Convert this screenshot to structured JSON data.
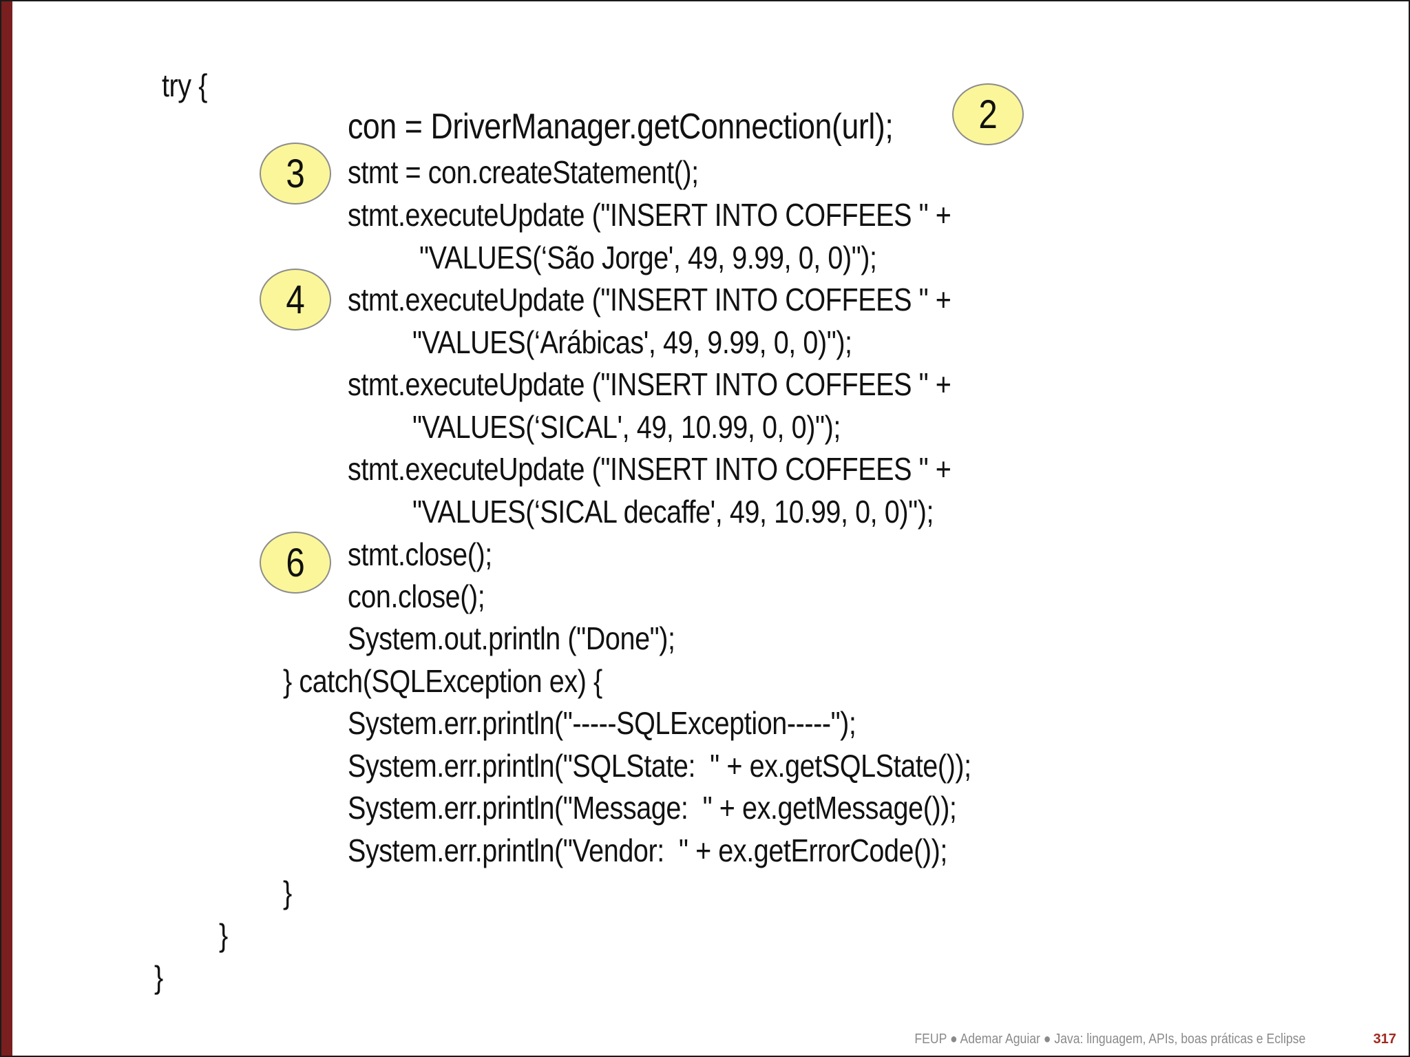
{
  "code": {
    "lines": [
      "try {",
      "con = DriverManager.getConnection(url);",
      "stmt = con.createStatement();",
      "stmt.executeUpdate (\"INSERT INTO COFFEES \" +",
      "\"VALUES(‘São Jorge', 49, 9.99, 0, 0)\");",
      "stmt.executeUpdate (\"INSERT INTO COFFEES \" +",
      "\"VALUES(‘Arábicas', 49, 9.99, 0, 0)\");",
      "stmt.executeUpdate (\"INSERT INTO COFFEES \" +",
      "\"VALUES(‘SICAL', 49, 10.99, 0, 0)\");",
      "stmt.executeUpdate (\"INSERT INTO COFFEES \" +",
      "\"VALUES(‘SICAL decaffe', 49, 10.99, 0, 0)\");",
      "stmt.close();",
      "con.close();",
      "System.out.println (\"Done\");",
      "} catch(SQLException ex) {",
      "System.err.println(\"-----SQLException-----\");",
      "System.err.println(\"SQLState:  \" + ex.getSQLState());",
      "System.err.println(\"Message:  \" + ex.getMessage());",
      "System.err.println(\"Vendor:  \" + ex.getErrorCode());",
      "}",
      "}",
      "}"
    ]
  },
  "badges": [
    "2",
    "3",
    "4",
    "6"
  ],
  "footer": {
    "text": "FEUP ● Ademar Aguiar ● Java: linguagem, APIs, boas práticas e Eclipse",
    "page": "317"
  },
  "colors": {
    "accent_bar": "#7a1f1f",
    "badge_fill": "#fbf69a",
    "page_number": "#a0291e"
  }
}
